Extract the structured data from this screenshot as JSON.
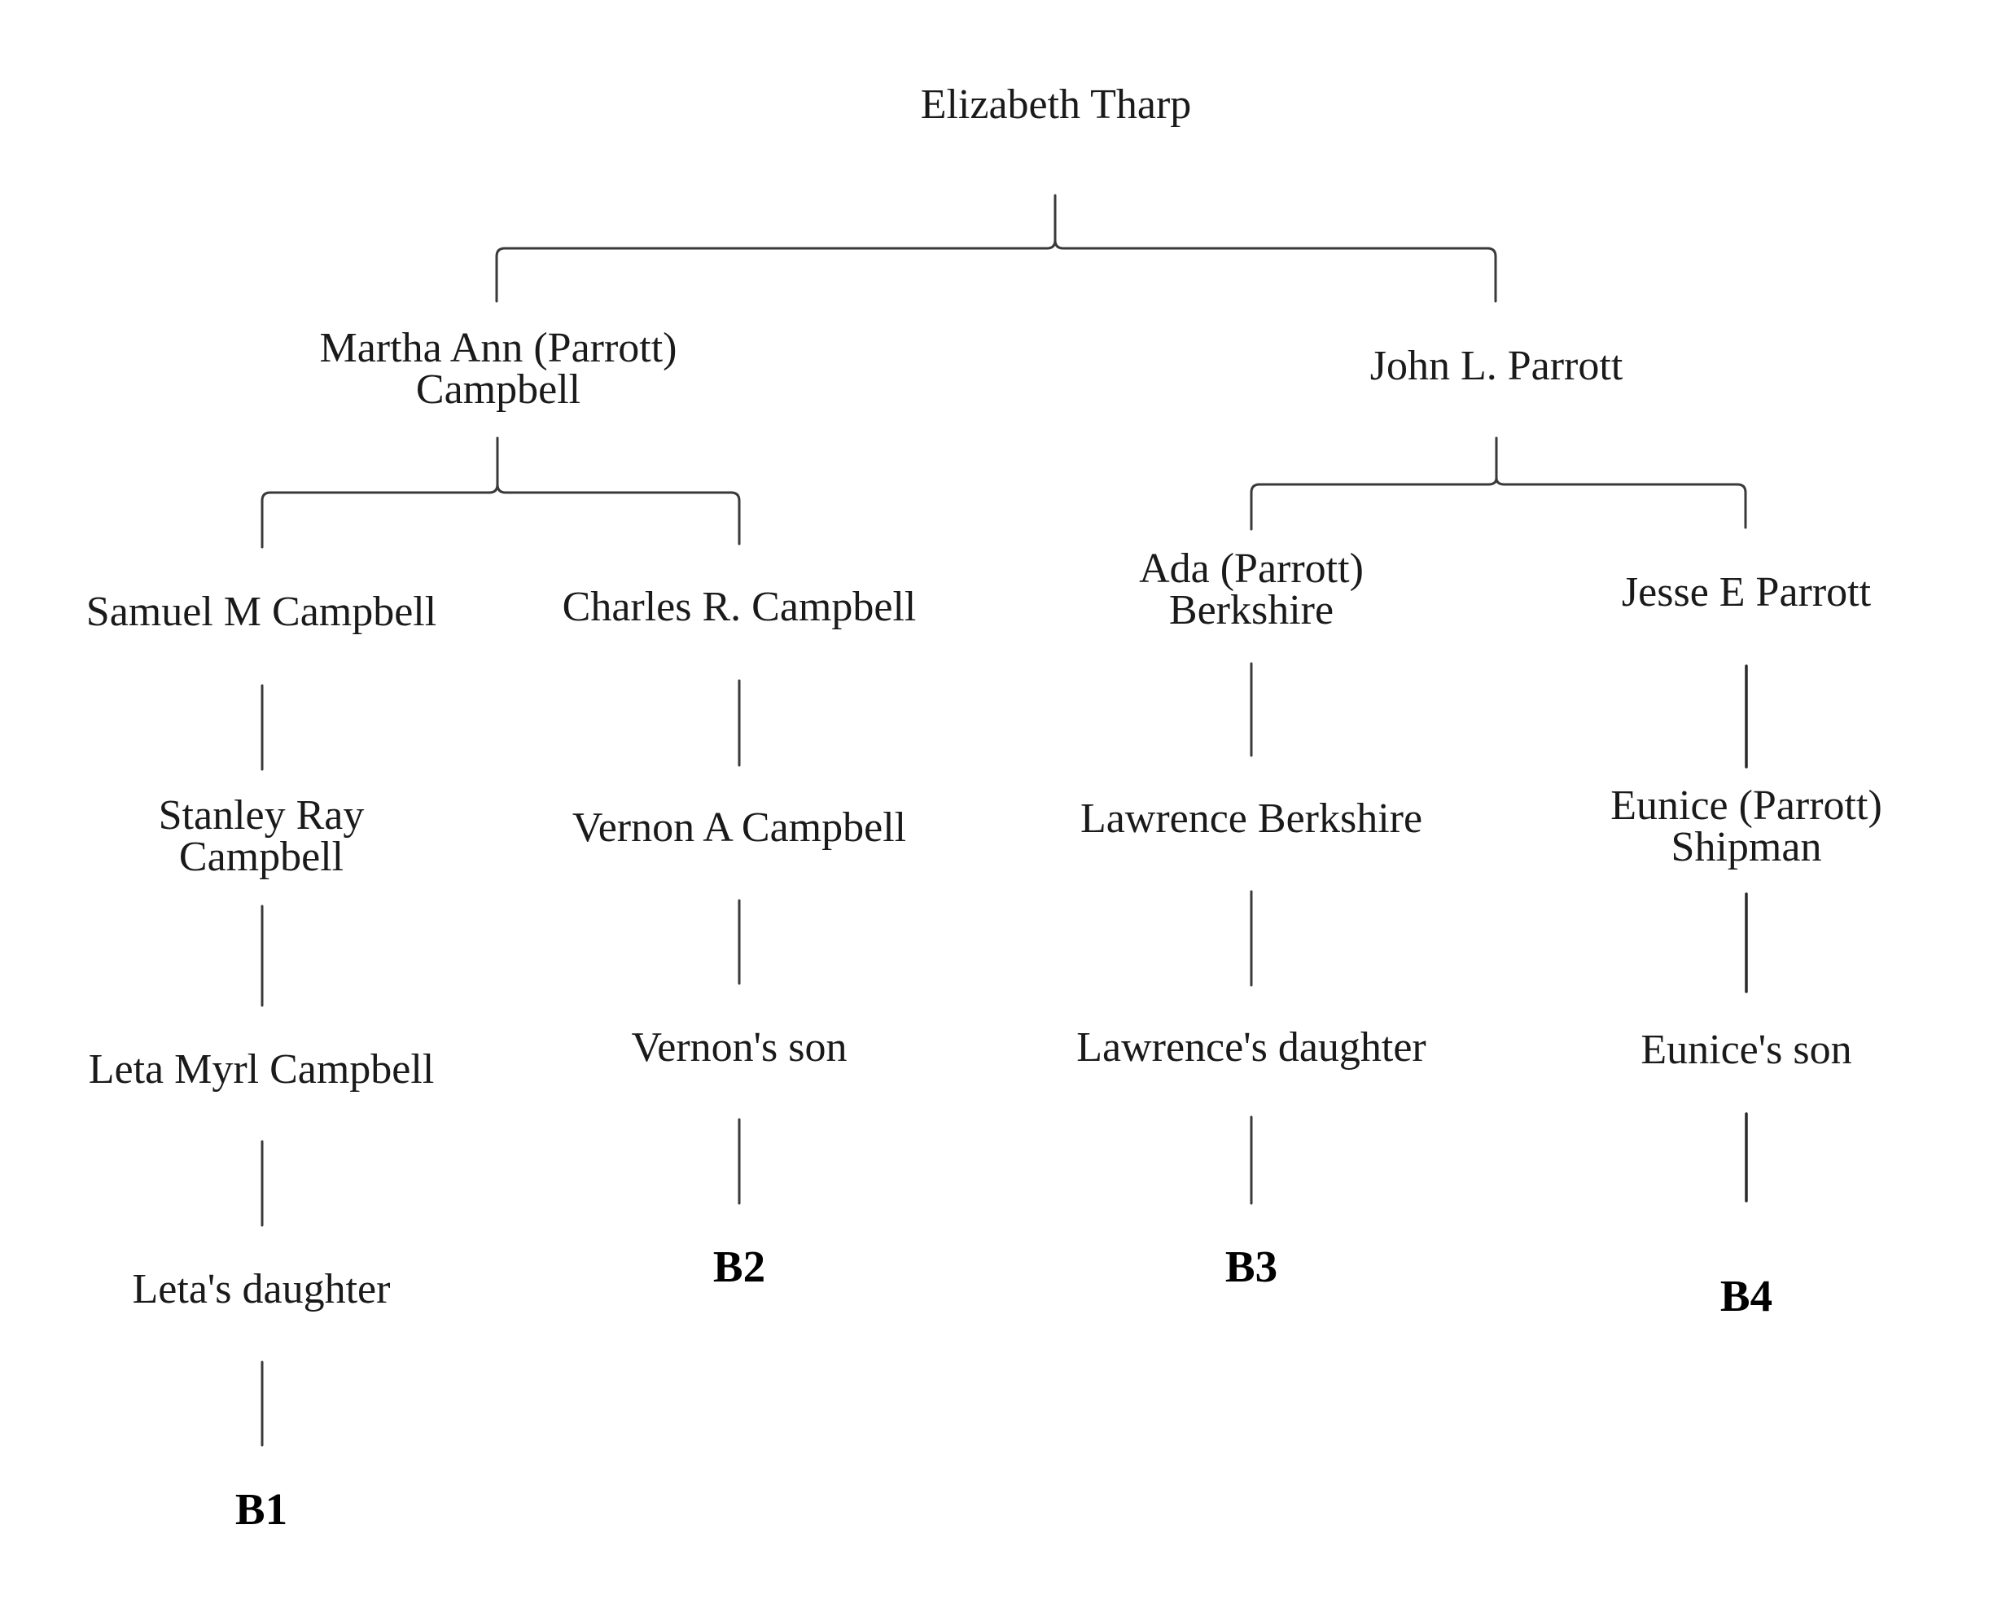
{
  "diagram": {
    "type": "family-tree",
    "colors": {
      "line": "#3a3a3a",
      "text": "#1a1a1a",
      "code": "#000000"
    },
    "nodes": {
      "root": [
        "Elizabeth Tharp"
      ],
      "martha": [
        "Martha Ann (Parrott)",
        "Campbell"
      ],
      "john": [
        "John L. Parrott"
      ],
      "samuel": [
        "Samuel M Campbell"
      ],
      "charles": [
        "Charles R. Campbell"
      ],
      "ada": [
        "Ada (Parrott)",
        "Berkshire"
      ],
      "jesse": [
        "Jesse E Parrott"
      ],
      "stanley": [
        "Stanley Ray",
        "Campbell"
      ],
      "vernon": [
        "Vernon A Campbell"
      ],
      "lawrence": [
        "Lawrence Berkshire"
      ],
      "eunice": [
        "Eunice (Parrott)",
        "Shipman"
      ],
      "leta": [
        "Leta Myrl Campbell"
      ],
      "vernons_son": [
        "Vernon's son"
      ],
      "lawrences_daughter": [
        "Lawrence's daughter"
      ],
      "eunices_son": [
        "Eunice's son"
      ],
      "letas_daughter": [
        "Leta's daughter"
      ],
      "b1": [
        "B1"
      ],
      "b2": [
        "B2"
      ],
      "b3": [
        "B3"
      ],
      "b4": [
        "B4"
      ]
    },
    "edges": [
      [
        "root",
        "martha"
      ],
      [
        "root",
        "john"
      ],
      [
        "martha",
        "samuel"
      ],
      [
        "martha",
        "charles"
      ],
      [
        "john",
        "ada"
      ],
      [
        "john",
        "jesse"
      ],
      [
        "samuel",
        "stanley"
      ],
      [
        "stanley",
        "leta"
      ],
      [
        "leta",
        "letas_daughter"
      ],
      [
        "letas_daughter",
        "b1"
      ],
      [
        "charles",
        "vernon"
      ],
      [
        "vernon",
        "vernons_son"
      ],
      [
        "vernons_son",
        "b2"
      ],
      [
        "ada",
        "lawrence"
      ],
      [
        "lawrence",
        "lawrences_daughter"
      ],
      [
        "lawrences_daughter",
        "b3"
      ],
      [
        "jesse",
        "eunice"
      ],
      [
        "eunice",
        "eunices_son"
      ],
      [
        "eunices_son",
        "b4"
      ]
    ]
  }
}
